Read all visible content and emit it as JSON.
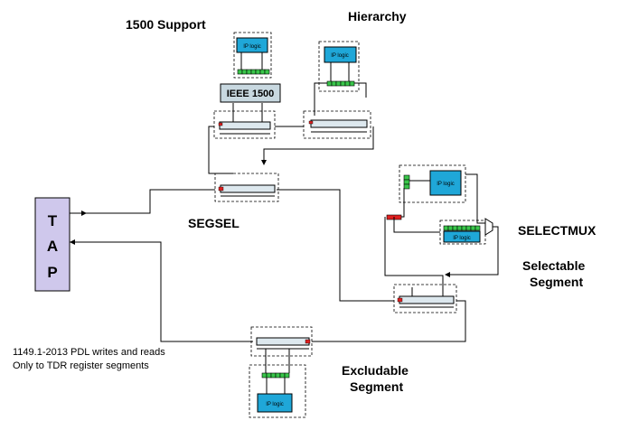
{
  "labels": {
    "support_1500": "1500 Support",
    "hierarchy": "Hierarchy",
    "segsel": "SEGSEL",
    "selectmux": "SELECTMUX",
    "selectable_line1": "Selectable",
    "selectable_line2": "Segment",
    "excludable_line1": "Excludable",
    "excludable_line2": "Segment",
    "note_line1": "1149.1-2013 PDL writes and reads",
    "note_line2": "Only to TDR register segments",
    "ieee_1500": "IEEE 1500",
    "tap_t": "T",
    "tap_a": "A",
    "tap_p": "P",
    "ip_logic": "IP logic"
  },
  "colors": {
    "ip_block": "#1fa7d8",
    "segment": "#dde8ee",
    "register_cell": "#39c64a",
    "mux_marker": "#e02020",
    "tap_block": "#cfc8ec"
  }
}
